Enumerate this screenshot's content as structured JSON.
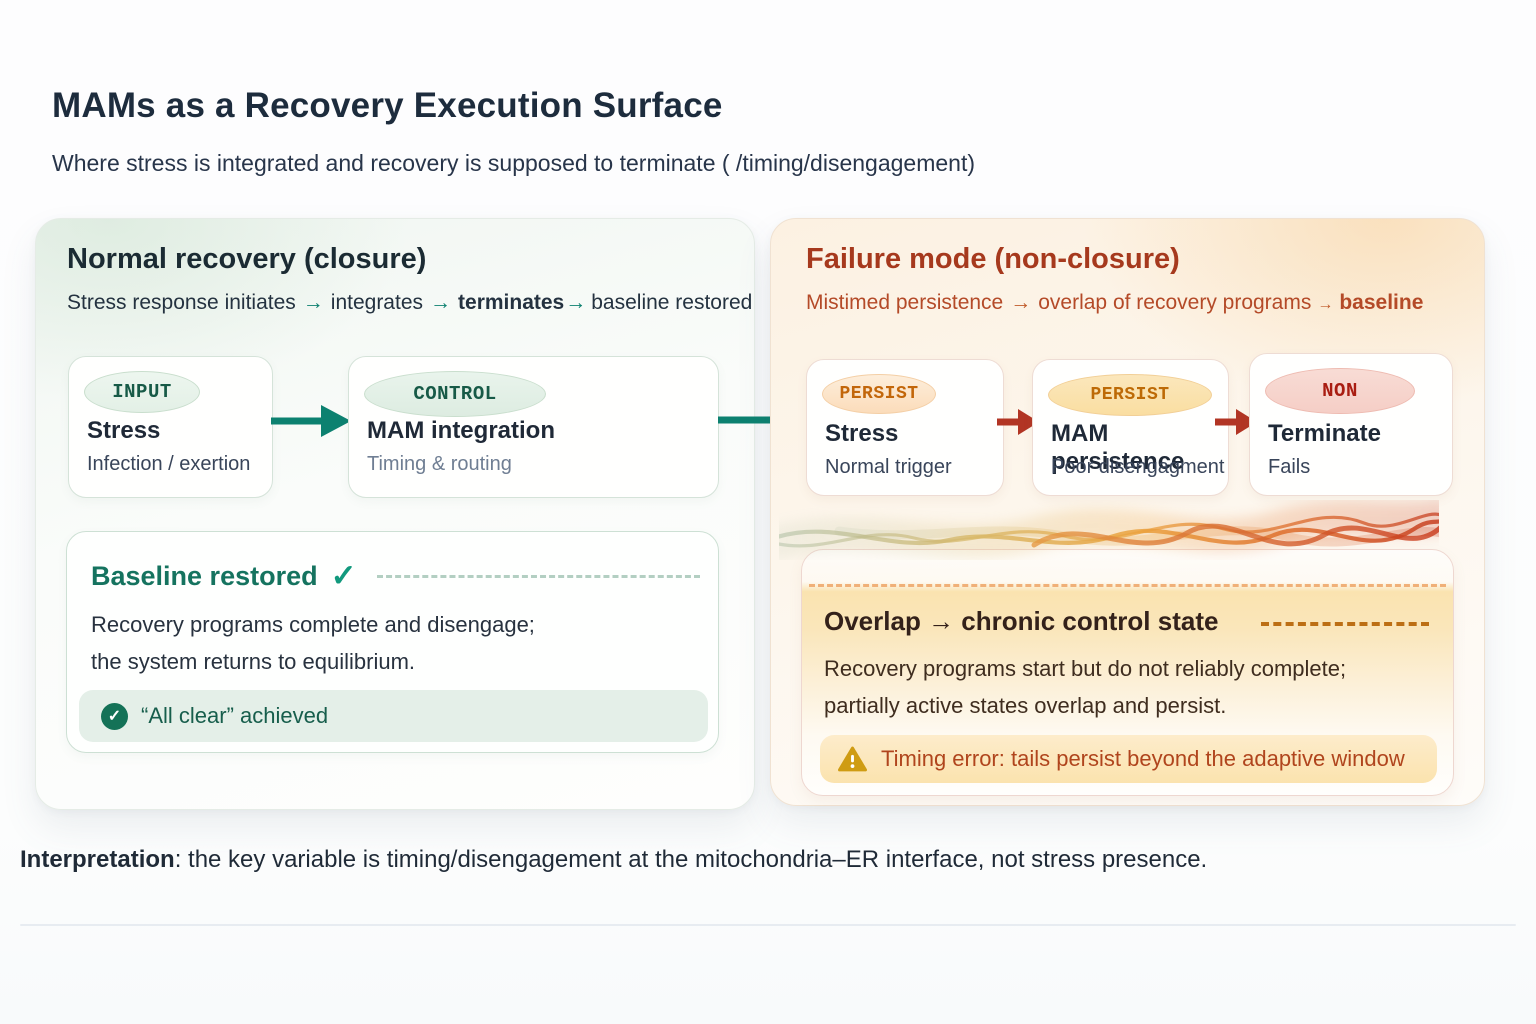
{
  "header": {
    "title_strong": "MAMs",
    "title_rest": " as a Recovery Execution Surface",
    "subtitle": "Where stress is integrated and recovery is supposed to terminate ( /timing/disengagement)"
  },
  "normal": {
    "heading": "Normal recovery (closure)",
    "flow": {
      "p1": "Stress response initiates",
      "p2": "integrates",
      "p3": "terminates",
      "p4": "baseline restored",
      "arrow": "→"
    },
    "input": {
      "badge": "INPUT",
      "title": "Stress",
      "subtitle": "Infection / exertion"
    },
    "control": {
      "badge": "CONTROL",
      "title": "MAM integration",
      "subtitle": "Timing & routing"
    },
    "baseline": {
      "heading": "Baseline restored",
      "check": "✓",
      "line1": "Recovery programs complete and disengage;",
      "line2": "the system returns to equilibrium.",
      "pill_check": "✓",
      "pill": "“All clear” achieved"
    }
  },
  "failure": {
    "heading": "Failure mode (non-closure)",
    "flow": {
      "p1": "Mistimed persistence",
      "p2": "overlap of recovery programs",
      "p3": "baseline",
      "arrow": "→"
    },
    "boxes": [
      {
        "badge": "PERSIST",
        "title": "Stress",
        "subtitle": "Normal trigger"
      },
      {
        "badge": "PERSIST",
        "title": "MAM persistence",
        "subtitle": "Poor disengagment"
      },
      {
        "badge": "NON",
        "title": "Terminate",
        "subtitle": "Fails"
      }
    ],
    "overlap": {
      "heading": "Overlap → chronic control state",
      "line1": "Recovery programs start but do not reliably complete;",
      "line2": "partially active states overlap and persist.",
      "warning": "Timing error: tails persist beyond the adaptive window"
    }
  },
  "footer": {
    "label": "Interpretation",
    "text": ": the key variable is timing/disengagement at the mitochondria–ER interface, not stress presence."
  },
  "colors": {
    "teal_arrow": "#0c8170",
    "red_arrow": "#b23524",
    "normal_heading": "#1b2b33",
    "failure_heading": "#a6391d",
    "persist_badge_text": "#c2660a",
    "non_badge_text": "#a91d12",
    "warning_text": "#b0451d",
    "warning_icon": "#cf9c13"
  }
}
